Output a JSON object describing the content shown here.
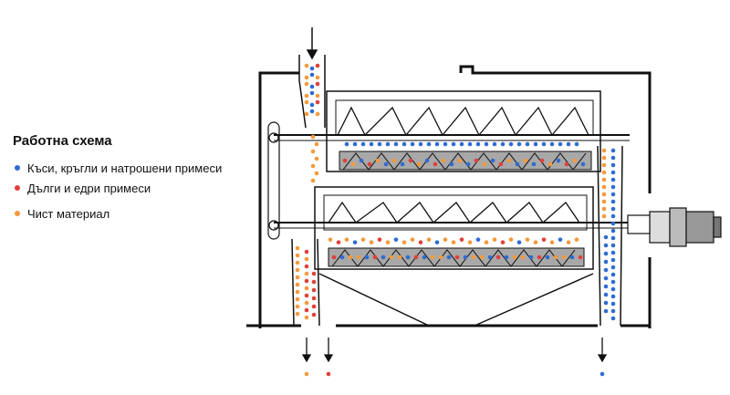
{
  "legend": {
    "title": "Работна схема",
    "items": [
      {
        "label": "Къси, кръгли и натрошени примеси",
        "color": "#2f6bd1"
      },
      {
        "label": "Дълги и едри примеси",
        "color": "#e0403a"
      },
      {
        "label": "Чист материал",
        "color": "#f39a3c"
      }
    ]
  },
  "colors": {
    "line": "#111111",
    "steel": "#9c9c9c",
    "steel_dark": "#6e6e6e",
    "screw_fill": "#ffffff"
  }
}
